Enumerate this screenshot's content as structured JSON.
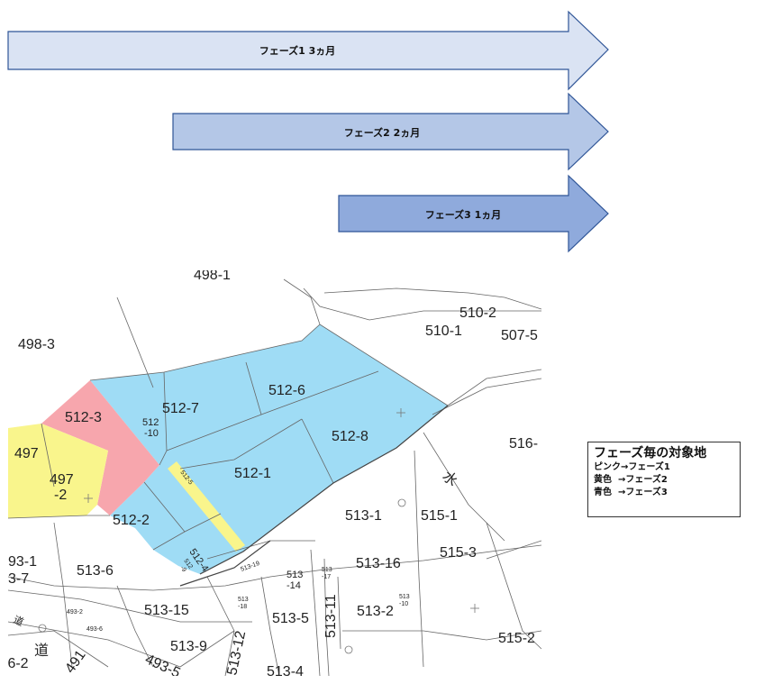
{
  "phases": [
    {
      "label": "フェーズ1  3ヵ月",
      "color": "#dae3f3"
    },
    {
      "label": "フェーズ2  2ヵ月",
      "color": "#b4c7e7"
    },
    {
      "label": "フェーズ3  1ヵ月",
      "color": "#8faadc"
    }
  ],
  "map": {
    "colors": {
      "pink": "#f7a6ad",
      "yellow": "#f9f58c",
      "blue": "#9fdcf5"
    },
    "parcels": {
      "p498_1": "498-1",
      "p498_3": "498-3",
      "p510_2": "510-2",
      "p510_1": "510-1",
      "p507_5": "507-5",
      "p512_6": "512-6",
      "p512_7": "512-7",
      "p512_3": "512-3",
      "p512_10a": "512",
      "p512_10b": "-10",
      "p512_8": "512-8",
      "p516": "516-",
      "p497": "497",
      "p497_2a": "497",
      "p497_2b": "-2",
      "p512_5": "512-5",
      "p512_1": "512-1",
      "p512_2": "512-2",
      "p512_4": "512-4",
      "p512_9a": "512",
      "p512_9b": "-9",
      "p513_1": "513-1",
      "p515_1": "515-1",
      "p493_1": "93-1",
      "p493_7": "3-7",
      "p513_6": "513-6",
      "p513_19": "513-19",
      "p513_14a": "513",
      "p513_14b": "-14",
      "p513_17a": "513",
      "p513_17b": "-17",
      "p513_16": "513-16",
      "p515_3": "515-3",
      "p493_2": "493-2",
      "p493_6": "493-6",
      "p513_15": "513-15",
      "p513_18a": "513",
      "p513_18b": "-18",
      "p513_5": "513-5",
      "p513_11": "513-11",
      "p513_2": "513-2",
      "p513_10a": "513",
      "p513_10b": "-10",
      "p515_2": "515-2",
      "p_road1": "道",
      "p_road2": "道",
      "p6_2": ".6-2",
      "p513_9": "513-9",
      "p493_5": "493-5",
      "p513_12": "513-12",
      "p513_4": "513-4",
      "p_water": "水",
      "p_491": "491"
    }
  },
  "legend": {
    "title": "フェーズ毎の対象地",
    "rows": [
      "ピンク→フェーズ1",
      "黄色  →フェーズ2",
      "青色  →フェーズ3"
    ]
  }
}
